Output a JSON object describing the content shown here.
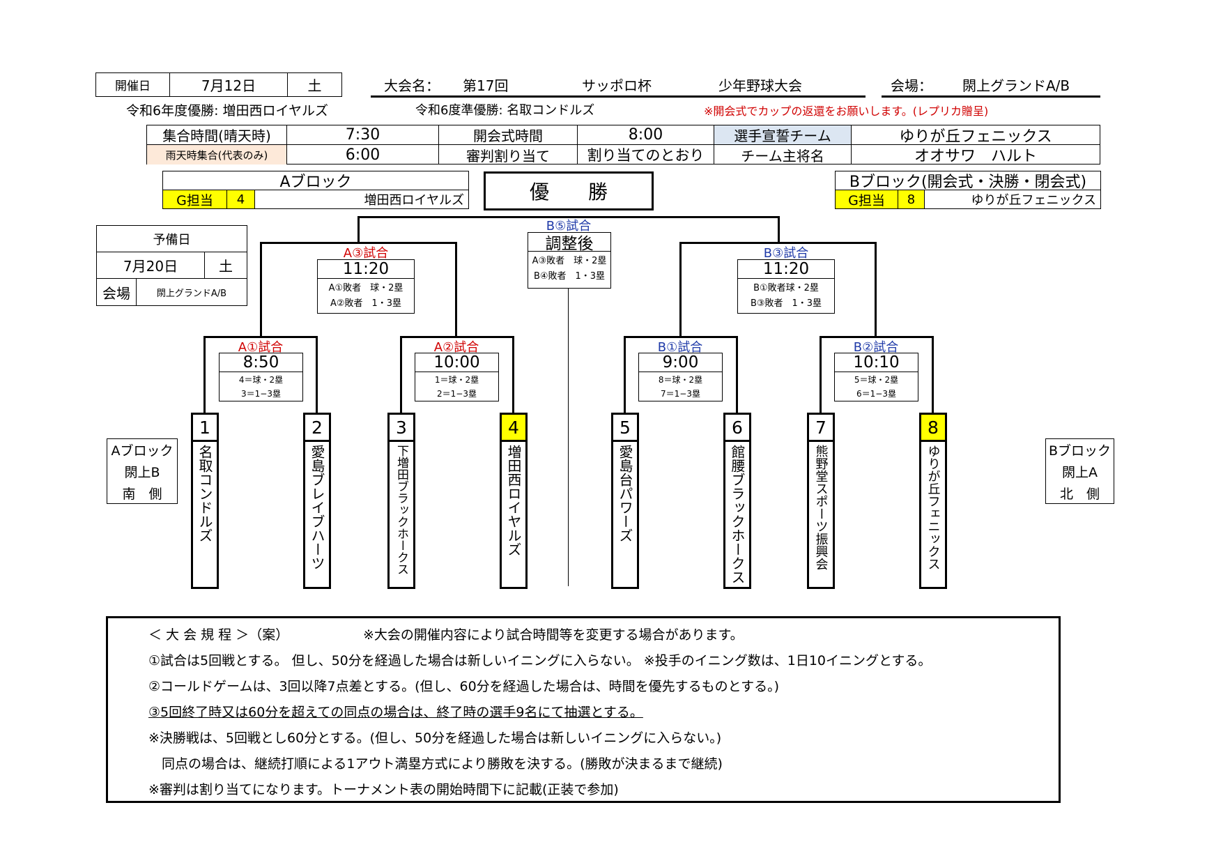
{
  "header": {
    "date_label": "開催日",
    "date": "7月12日",
    "weekday": "土",
    "tournament_label": "大会名：",
    "edition": "第17回",
    "cup": "サッポロ杯",
    "tournament_name": "少年野球大会",
    "venue_label": "会場：",
    "venue": "閖上グランドA/B",
    "prev_champion": "令和6年度優勝: 増田西ロイヤルズ",
    "prev_runnerup": "令和6度準優勝: 名取コンドルズ",
    "notice": "※開会式でカップの返還をお願いします。(レプリカ贈呈)"
  },
  "schedule": {
    "assembly_label": "集合時間(晴天時)",
    "assembly_time": "7:30",
    "ceremony_label": "開会式時間",
    "ceremony_time": "8:00",
    "oath_label": "選手宣誓チーム",
    "oath_team": "ゆりが丘フェニックス",
    "rain_label": "雨天時集合(代表のみ)",
    "rain_time": "6:00",
    "umpire_label": "審判割り当て",
    "umpire_value": "割り当てのとおり",
    "captain_label": "チーム主将名",
    "captain_name": "オオサワ　ハルト"
  },
  "block_a": {
    "title": "Aブロック",
    "g_label": "G担当",
    "g_num": "4",
    "team": "増田西ロイヤルズ",
    "side_lines": [
      "Aブロック",
      "閖上B",
      "南　側"
    ]
  },
  "block_b": {
    "title": "Bブロック(開会式・決勝・閉会式)",
    "g_label": "G担当",
    "g_num": "8",
    "team": "ゆりが丘フェニックス",
    "side_lines": [
      "Bブロック",
      "閖上A",
      "北　側"
    ]
  },
  "champion": "優　　勝",
  "reserve": {
    "title": "予備日",
    "date": "7月20日",
    "weekday": "土",
    "venue_label": "会場",
    "venue": "閖上グランドA/B"
  },
  "matches": {
    "final": {
      "label": "B⑤試合",
      "time": "調整後",
      "line1": "A③敗者　球・2塁",
      "line2": "B④敗者　1・3塁"
    },
    "a3": {
      "label": "A③試合",
      "time": "11:20",
      "line1": "A①敗者　球・2塁",
      "line2": "A②敗者　1・3塁"
    },
    "b3": {
      "label": "B③試合",
      "time": "11:20",
      "line1": "B①敗者球・2塁",
      "line2": "B③敗者　1・3塁"
    },
    "a1": {
      "label": "A①試合",
      "time": "8:50",
      "line1": "4＝球・2塁",
      "line2": "3＝1−3塁"
    },
    "a2": {
      "label": "A②試合",
      "time": "10:00",
      "line1": "1＝球・2塁",
      "line2": "2＝1−3塁"
    },
    "b1": {
      "label": "B①試合",
      "time": "9:00",
      "line1": "8＝球・2塁",
      "line2": "7＝1−3塁"
    },
    "b2": {
      "label": "B②試合",
      "time": "10:10",
      "line1": "5＝球・2塁",
      "line2": "6＝1−3塁"
    }
  },
  "teams": [
    {
      "num": "1",
      "name": "名取コンドルズ"
    },
    {
      "num": "2",
      "name": "愛島ブレイブハーツ"
    },
    {
      "num": "3",
      "name": "下増田ブラックホークス"
    },
    {
      "num": "4",
      "name": "増田西ロイヤルズ"
    },
    {
      "num": "5",
      "name": "愛島台パワーズ"
    },
    {
      "num": "6",
      "name": "館腰ブラックホークス"
    },
    {
      "num": "7",
      "name": "熊野堂スポーツ振興会"
    },
    {
      "num": "8",
      "name": "ゆりが丘フェニックス"
    }
  ],
  "rules": {
    "heading": "＜ 大 会 規 程 ＞（案）",
    "heading_note": "※大会の開催内容により試合時間等を変更する場合があります。",
    "items": [
      "①試合は5回戦とする。 但し、50分を経過した場合は新しいイニングに入らない。 ※投手のイニング数は、1日10イニングとする。",
      "②コールドゲームは、3回以降7点差とする。(但し、60分を経過した場合は、時間を優先するものとする。)",
      "③5回終了時又は60分を超えての同点の場合は、終了時の選手9名にて抽選とする。",
      "※決勝戦は、5回戦とし60分とする。(但し、50分を経過した場合は新しいイニングに入らない。)",
      "　同点の場合は、継続打順による1アウト満塁方式により勝敗を決する。(勝敗が決まるまで継続)",
      "※審判は割り当てになります。トーナメント表の開始時間下に記載(正装で参加)"
    ]
  }
}
